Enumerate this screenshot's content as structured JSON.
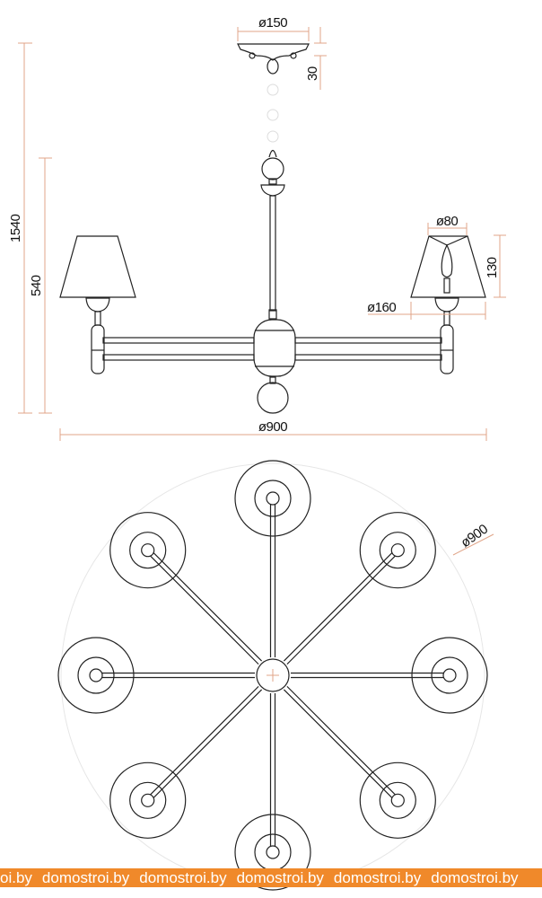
{
  "dimensions": {
    "canopy_diameter": "ø150",
    "canopy_height": "30",
    "total_height": "1540",
    "body_height": "540",
    "shade_top_diameter": "ø80",
    "shade_height": "130",
    "shade_bottom_diameter": "ø160",
    "overall_diameter": "ø900",
    "top_view_diameter": "ø900"
  },
  "watermark": {
    "text": [
      "oi.by",
      "domostroi.by",
      "domostroi.by",
      "domostroi.by",
      "domostroi.by",
      "domostroi.by"
    ]
  },
  "colors": {
    "dimension_line": "#e0a488",
    "banner": "#f0892a"
  }
}
